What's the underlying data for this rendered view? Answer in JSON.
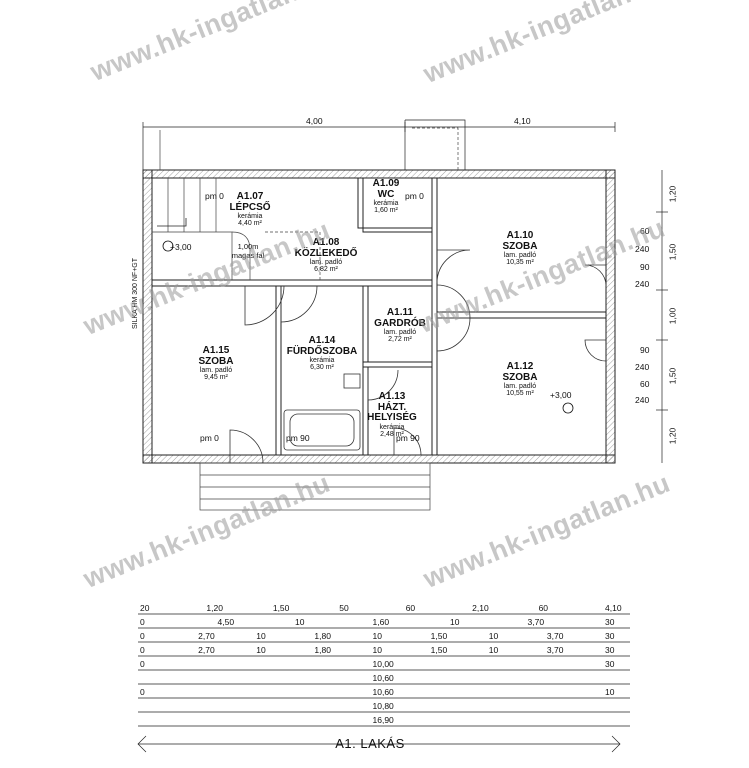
{
  "watermark": "www.hk-ingatlan.hu",
  "rooms": [
    {
      "id": "A1.07",
      "name": "LÉPCSŐ",
      "floor": "kerámia",
      "area": "4,40 m²"
    },
    {
      "id": "A1.08",
      "name": "KÖZLEKEDŐ",
      "floor": "lam. padló",
      "area": "6,82 m²"
    },
    {
      "id": "A1.09",
      "name": "WC",
      "floor": "kerámia",
      "area": "1,60 m²"
    },
    {
      "id": "A1.10",
      "name": "SZOBA",
      "floor": "lam. padló",
      "area": "10,35 m²"
    },
    {
      "id": "A1.11",
      "name": "GARDRÓB",
      "floor": "lam. padló",
      "area": "2,72 m²"
    },
    {
      "id": "A1.12",
      "name": "SZOBA",
      "floor": "lam. padló",
      "area": "10,55 m²"
    },
    {
      "id": "A1.13",
      "name": "HÁZT. HELYISÉG",
      "floor": "kerámia",
      "area": "2,48 m²"
    },
    {
      "id": "A1.14",
      "name": "FÜRDŐSZOBA",
      "floor": "kerámia",
      "area": "6,30 m²"
    },
    {
      "id": "A1.15",
      "name": "SZOBA",
      "floor": "lam. padló",
      "area": "9,45 m²"
    }
  ],
  "notes": {
    "wall_height": "1,00m magas fal",
    "level_left": "+3,00",
    "level_right": "+3,00",
    "wall_type": "SILKA HM 300 NF+GT",
    "pm": "pm 0",
    "pm90": "pm 90"
  },
  "top_dims": {
    "left": "4,00",
    "right": "4,10"
  },
  "right_dims": [
    "1,20",
    "1,50",
    "1,00",
    "1,50",
    "1,20"
  ],
  "right_openings": [
    "60",
    "240",
    "90",
    "240",
    "90",
    "240",
    "60",
    "240"
  ],
  "bottom_dim_rows": [
    [
      "20",
      "1,20",
      "1,50",
      "50",
      "60",
      "2,10",
      "60",
      "4,10"
    ],
    [
      "0",
      "4,50",
      "10",
      "1,60",
      "10",
      "3,70",
      "30"
    ],
    [
      "0",
      "2,70",
      "10",
      "1,80",
      "10",
      "1,50",
      "10",
      "3,70",
      "30"
    ],
    [
      "0",
      "2,70",
      "10",
      "1,80",
      "10",
      "1,50",
      "10",
      "3,70",
      "30"
    ],
    [
      "0",
      "10,00",
      "30"
    ],
    [
      "10,60"
    ],
    [
      "0",
      "10,60",
      "10"
    ],
    [
      "10,80"
    ],
    [
      "16,90"
    ]
  ],
  "plan_title": "A1. LAKÁS"
}
